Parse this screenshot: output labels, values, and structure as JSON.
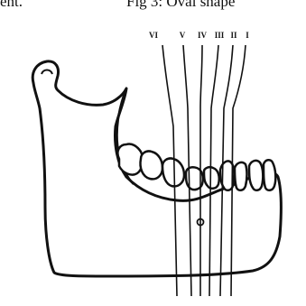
{
  "caption": {
    "left_fragment": "ent.",
    "right_fragment": "Fig 3: Oval shape"
  },
  "diagram": {
    "line_labels": [
      "VI",
      "V",
      "IV",
      "III",
      "II",
      "I"
    ]
  }
}
